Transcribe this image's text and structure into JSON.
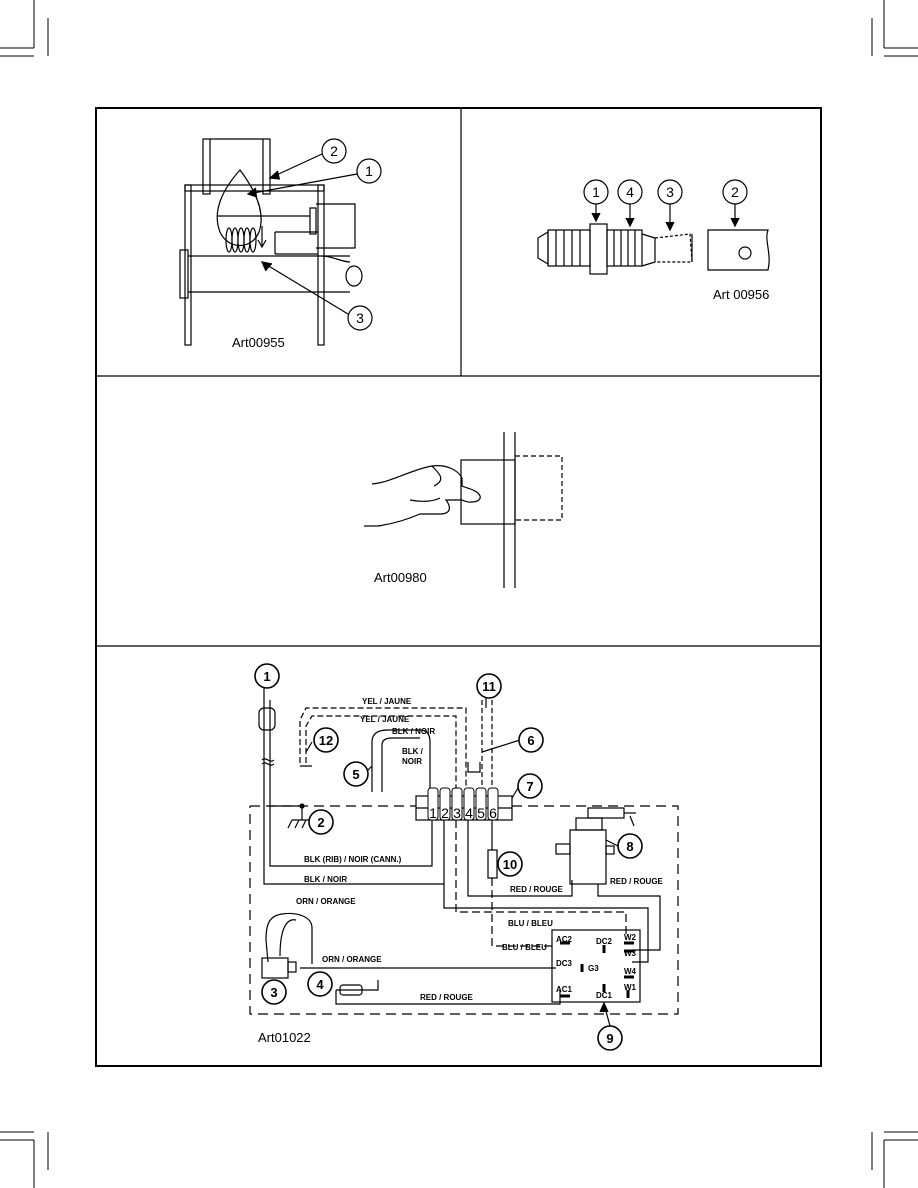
{
  "panels": {
    "burner": {
      "art": "Art00955",
      "callouts": [
        "1",
        "2",
        "3"
      ]
    },
    "thermocouple": {
      "art": "Art 00956",
      "callouts": [
        "1",
        "2",
        "3",
        "4"
      ]
    },
    "pilot_button": {
      "art": "Art00980"
    },
    "wiring": {
      "art": "Art01022",
      "callouts": [
        "1",
        "2",
        "3",
        "4",
        "5",
        "6",
        "7",
        "8",
        "9",
        "10",
        "11",
        "12"
      ],
      "terminals": [
        "1",
        "2",
        "3",
        "4",
        "5",
        "6"
      ],
      "wires": {
        "yel_1": "YEL / JAUNE",
        "yel_2": "YEL / JAUNE",
        "blk_noir_top": "BLK / NOIR",
        "blk_noir_5a": "BLK /",
        "blk_noir_5b": "NOIR",
        "blk_rib": "BLK (RIB) / NOIR (CANN.)",
        "blk_noir_2": "BLK / NOIR",
        "orn_1": "ORN / ORANGE",
        "orn_2": "ORN / ORANGE",
        "red_1": "RED / ROUGE",
        "red_2": "RED / ROUGE",
        "red_3": "RED / ROUGE",
        "blu_1": "BLU / BLEU",
        "blu_2": "BLU / BLEU"
      },
      "module_terminals": {
        "ac2": "AC2",
        "dc2": "DC2",
        "w2": "W2",
        "w3": "W3",
        "dc3": "DC3",
        "g3": "G3",
        "w4": "W4",
        "ac1": "AC1",
        "dc1": "DC1",
        "w1": "W1"
      }
    }
  }
}
